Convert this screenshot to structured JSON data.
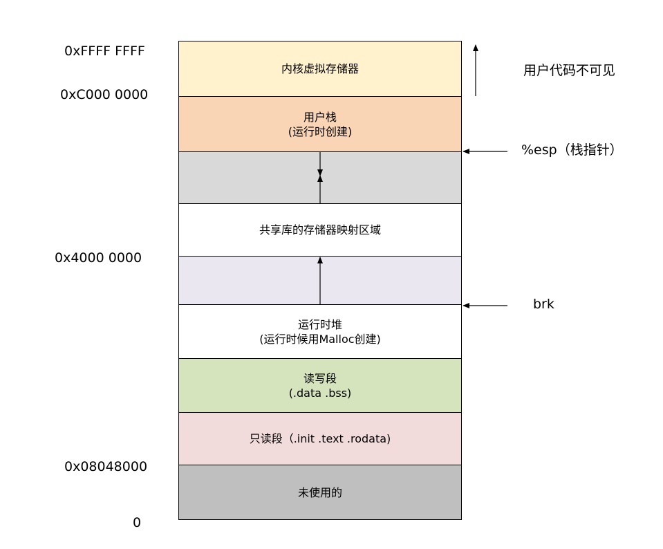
{
  "segments": [
    {
      "line1": "内核虚拟存储器",
      "line2": "",
      "color": "#fff2cc"
    },
    {
      "line1": "用户栈",
      "line2": "(运行时创建)",
      "color": "#f9d5b6"
    },
    {
      "line1": "",
      "line2": "",
      "color": "#d9d9d9"
    },
    {
      "line1": "共享库的存储器映射区域",
      "line2": "",
      "color": "#ffffff"
    },
    {
      "line1": "",
      "line2": "",
      "color": "#ebe7f1"
    },
    {
      "line1": "运行时堆",
      "line2": "(运行时候用Malloc创建)",
      "color": "#ffffff"
    },
    {
      "line1": "读写段",
      "line2": "(.data .bss)",
      "color": "#d6e4bd"
    },
    {
      "line1": "只读段（.init .text .rodata)",
      "line2": "",
      "color": "#f2dcdb"
    },
    {
      "line1": "未使用的",
      "line2": "",
      "color": "#bfbfbf"
    }
  ],
  "addresses": {
    "a0": "0xFFFF FFFF",
    "a1": "0xC000 0000",
    "a2": "0x4000 0000",
    "a3": "0x08048000",
    "a4": "0"
  },
  "annotations": {
    "kernel_invisible": "用户代码不可见",
    "esp": "%esp（栈指针）",
    "brk": "brk"
  }
}
